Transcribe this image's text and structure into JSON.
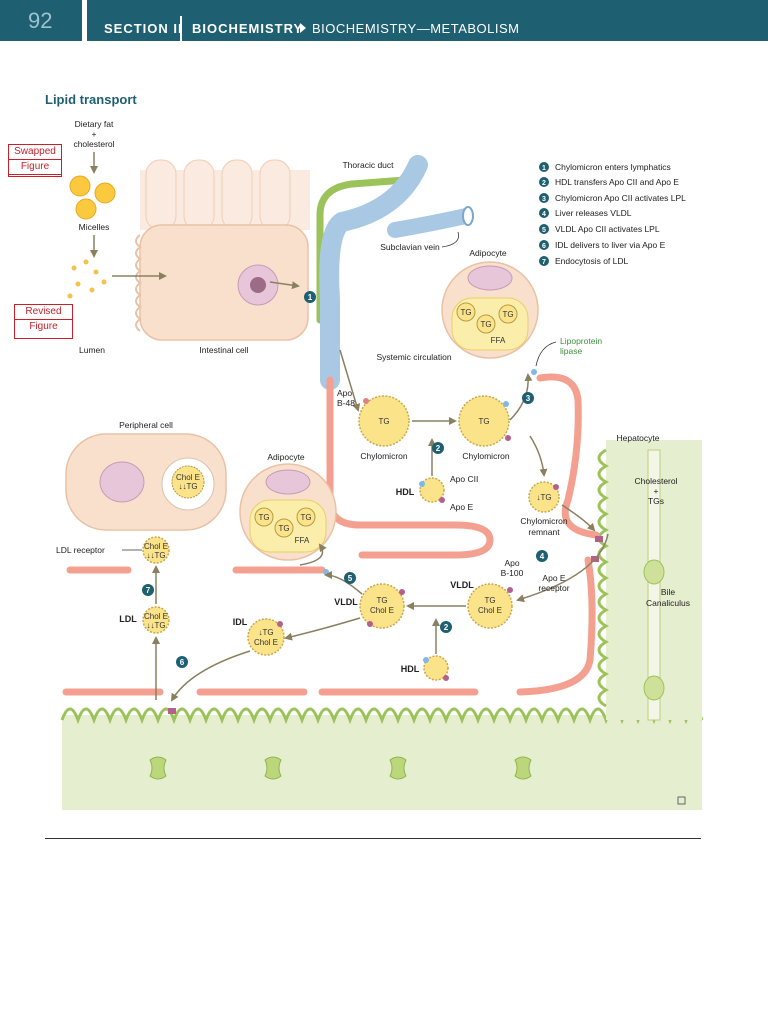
{
  "header": {
    "page_number": "92",
    "section": "SECTION II",
    "subject": "BIOCHEMISTRY",
    "subsection": "BIOCHEMISTRY—METABOLISM"
  },
  "figure": {
    "title": "Lipid transport",
    "stamps": {
      "swapped": [
        "Swapped",
        "Figure"
      ],
      "revised": [
        "Revised",
        "Figure"
      ]
    },
    "labels": {
      "dietary": [
        "Dietary fat",
        "+",
        "cholesterol"
      ],
      "micelles": "Micelles",
      "lumen": "Lumen",
      "intestinal_cell": "Intestinal cell",
      "thoracic_duct": "Thoracic duct",
      "subclavian_vein": "Subclavian vein",
      "adipocyte": "Adipocyte",
      "lipoprotein_lipase": [
        "Lipoprotein",
        "lipase"
      ],
      "systemic_circulation": "Systemic circulation",
      "apo_b48": [
        "Apo",
        "B-48"
      ],
      "chylomicron": "Chylomicron",
      "tg": "TG",
      "ffa": "FFA",
      "hdl": "HDL",
      "apo_cii": "Apo CII",
      "apo_e": "Apo E",
      "chylomicron_remnant": [
        "Chylomicron",
        "remnant"
      ],
      "down_tg": "↓TG",
      "peripheral_cell": "Peripheral cell",
      "hepatocyte": "Hepatocyte",
      "cholesterol_tgs": [
        "Cholesterol",
        "+",
        "TGs"
      ],
      "ldl_receptor": "LDL receptor",
      "chol_e": "Chol E",
      "down_down_tg": "↓↓TG",
      "ldl": "LDL",
      "vldl": "VLDL",
      "idl": "IDL",
      "apo_b100": [
        "Apo",
        "B-100"
      ],
      "apo_e_receptor": [
        "Apo E",
        "receptor"
      ],
      "bile_canaliculus": [
        "Bile",
        "Canaliculus"
      ]
    },
    "legend": [
      {
        "num": "1",
        "text": "Chylomicron enters lymphatics"
      },
      {
        "num": "2",
        "text": "HDL transfers Apo CII and Apo E"
      },
      {
        "num": "3",
        "text": "Chylomicron Apo CII activates LPL"
      },
      {
        "num": "4",
        "text": "Liver releases VLDL"
      },
      {
        "num": "5",
        "text": "VLDL  Apo CII activates LPL"
      },
      {
        "num": "6",
        "text": "IDL delivers to liver via Apo E"
      },
      {
        "num": "7",
        "text": "Endocytosis of LDL"
      }
    ],
    "colors": {
      "header": "#1f5f72",
      "step_circle": "#1f5f72",
      "lipoprotein": "#fbe38a",
      "vessel": "#f4a090",
      "intestinal_cell": "#f8e0cc",
      "hepatocyte": "#e3ecc8",
      "lymph": "#9cc35a",
      "vein": "#a9c8e4",
      "stamp_red": "#c8202a"
    }
  }
}
